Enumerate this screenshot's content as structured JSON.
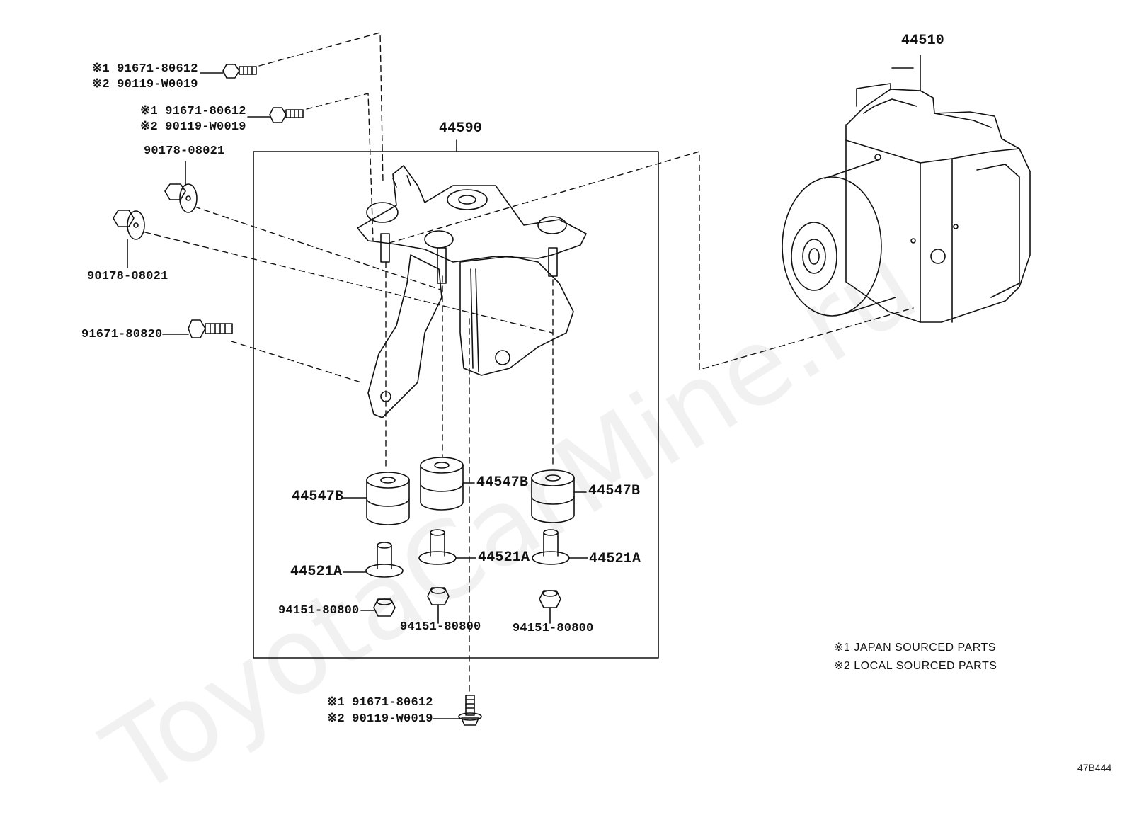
{
  "diagram": {
    "watermark": "ToyotaCarMine.ru",
    "labels": {
      "assembly": "44510",
      "bracket": "44590",
      "bolt_a_1": "※1 91671-80612",
      "bolt_a_2": "※2 90119-W0019",
      "bolt_b_1": "※1 91671-80612",
      "bolt_b_2": "※2 90119-W0019",
      "nut_upper": "90178-08021",
      "nut_lower": "90178-08021",
      "bolt_c": "91671-80820",
      "cushion_left": "44547B",
      "cushion_mid": "44547B",
      "cushion_right": "44547B",
      "collar_left": "44521A",
      "collar_mid": "44521A",
      "collar_right": "44521A",
      "nut_left": "94151-80800",
      "nut_mid": "94151-80800",
      "nut_right": "94151-80800",
      "bolt_bottom_1": "※1 91671-80612",
      "bolt_bottom_2": "※2 90119-W0019"
    },
    "notes": {
      "note1": "※1 JAPAN SOURCED PARTS",
      "note2": "※2 LOCAL SOURCED PARTS"
    },
    "diagram_code": "47B444"
  }
}
